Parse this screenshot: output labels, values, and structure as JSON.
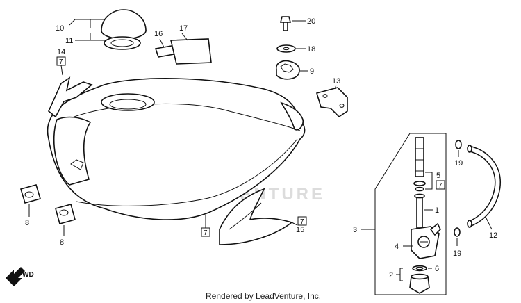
{
  "callouts": {
    "c1": "1",
    "c2": "2",
    "c3": "3",
    "c4": "4",
    "c5": "5",
    "c6": "6",
    "c7a": "7",
    "c7b": "7",
    "c7c": "7",
    "c7d": "7",
    "c8a": "8",
    "c8b": "8",
    "c9": "9",
    "c10": "10",
    "c11": "11",
    "c12": "12",
    "c13": "13",
    "c14": "14",
    "c15": "15",
    "c16": "16",
    "c17": "17",
    "c18": "18",
    "c19a": "19",
    "c19b": "19",
    "c20": "20"
  },
  "direction_label": "FWD",
  "watermark": "LEADVENTURE",
  "footer": "Rendered by LeadVenture, Inc."
}
